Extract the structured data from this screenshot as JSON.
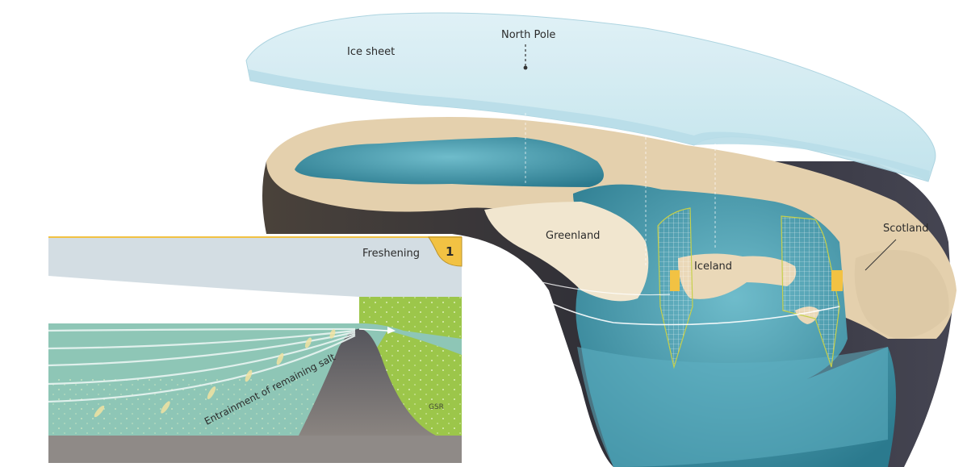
{
  "figure": {
    "type": "3D cutaway diagram of the Arctic / Nordic Seas",
    "colors": {
      "ice": "#cfe9f0",
      "ice_edge": "#b5dbe6",
      "land": "#e6d3b3",
      "land_dark": "#b49c7a",
      "ocean": "#4fa3b5",
      "ocean_deep": "#2f7f93",
      "cylinder_wall": "#3a3a44",
      "barrier_marker": "#f2c243",
      "inset_sky": "#d3dde3",
      "inset_water": "#8ec6b6",
      "inset_green": "#9cc64a",
      "inset_ridge": "#6b6b72",
      "inset_seabed": "#8f8a87"
    }
  },
  "labels": {
    "ice_sheet": "Ice sheet",
    "north_pole": "North Pole",
    "greenland": "Greenland",
    "iceland": "Iceland",
    "scotland": "Scotland"
  },
  "inset": {
    "title": "Freshening",
    "step_number": "1",
    "flow_label": "Entrainment of remaining salt",
    "ridge_label": "GSR"
  }
}
